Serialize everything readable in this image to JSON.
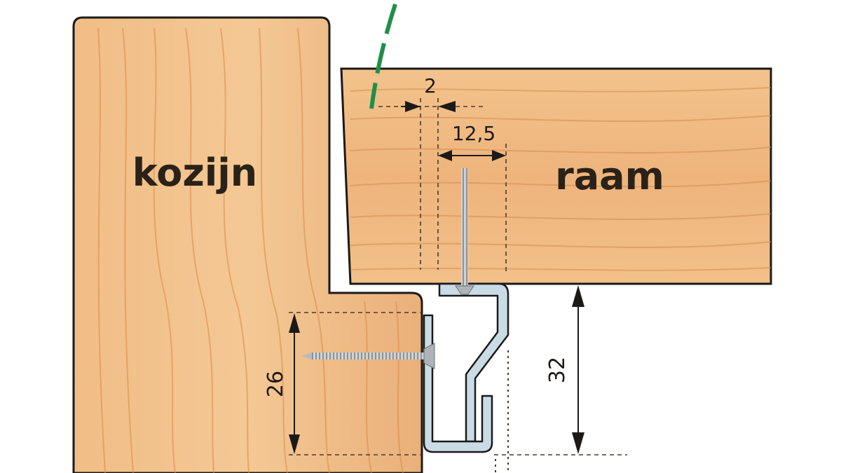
{
  "labels": {
    "frame": "kozijn",
    "window": "raam"
  },
  "dimensions": {
    "gap": "2",
    "screw_offset": "12,5",
    "frame_height": "26",
    "profile_height": "32"
  },
  "colors": {
    "wood": "#eeb47c",
    "profile": "#c9dce6",
    "outline": "#1c1a18",
    "swing_arc": "#1f8f4a"
  }
}
